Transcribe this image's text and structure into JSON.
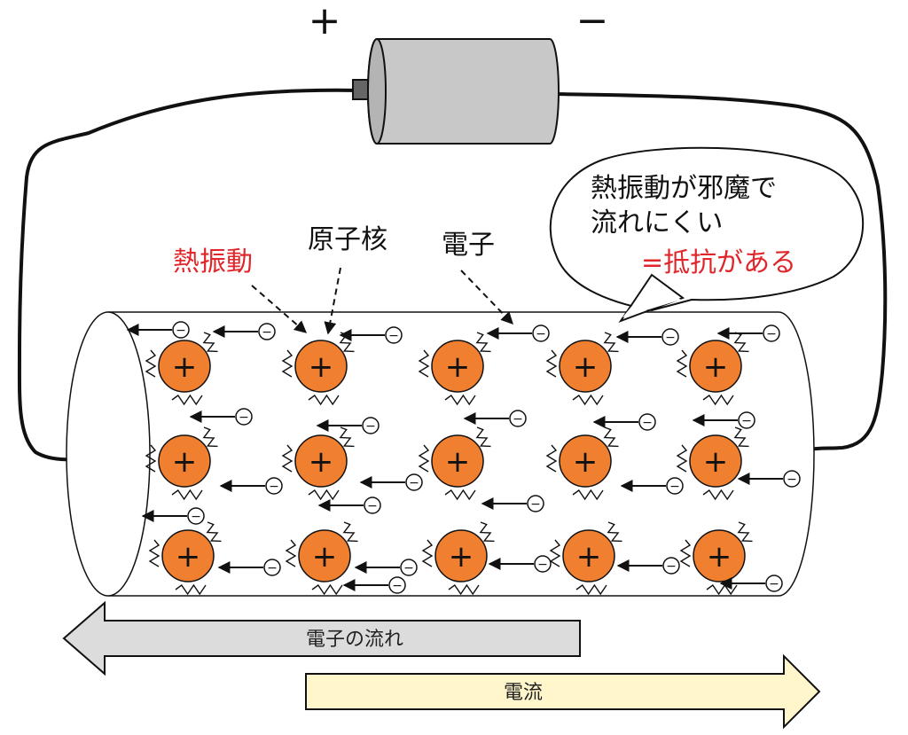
{
  "battery": {
    "plus_label": "+",
    "minus_label": "−",
    "body_color": "#c8c8c8"
  },
  "labels": {
    "thermal_vibration": "熱振動",
    "nucleus": "原子核",
    "electron": "電子"
  },
  "speech_bubble": {
    "line1": "熱振動が邪魔で",
    "line2": "流れにくい",
    "line3": "=抵抗がある"
  },
  "arrows": {
    "electron_flow": "電子の流れ",
    "current": "電流"
  },
  "atom": {
    "symbol": "+",
    "color": "#f08030"
  },
  "electron": {
    "symbol": "−"
  },
  "colors": {
    "electron_flow_arrow": "#dcdcdc",
    "current_arrow": "#fff6cc",
    "emphasis_text": "#e0262a"
  }
}
